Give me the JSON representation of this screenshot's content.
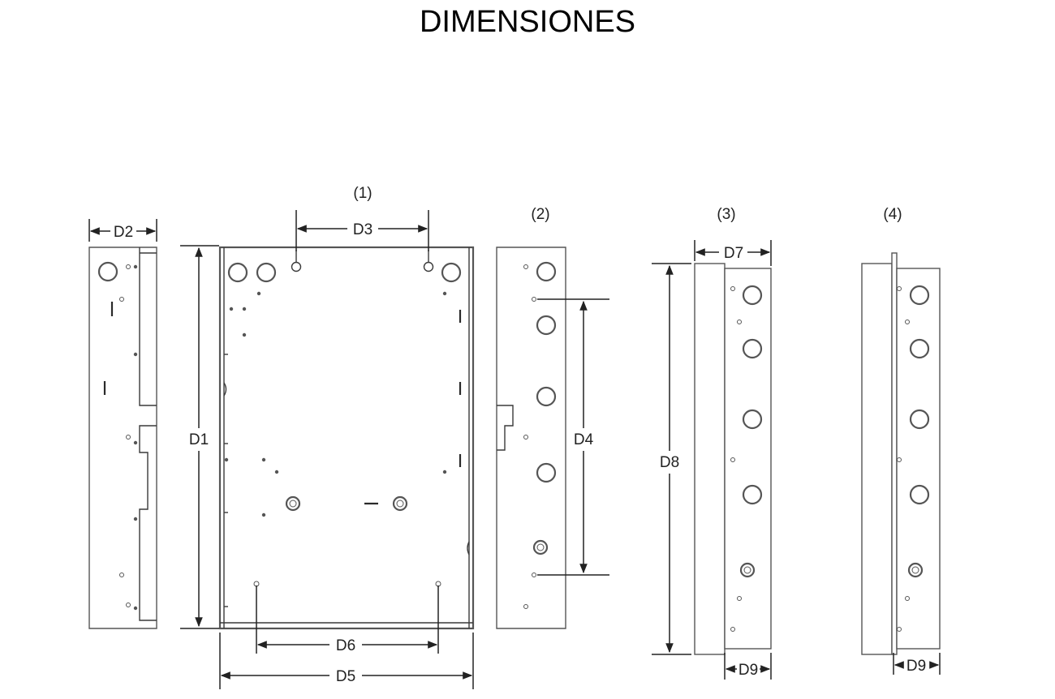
{
  "title": "DIMENSIONES",
  "views": [
    {
      "id": "view-1",
      "label": "(1)"
    },
    {
      "id": "view-2",
      "label": "(2)"
    },
    {
      "id": "view-3",
      "label": "(3)"
    },
    {
      "id": "view-4",
      "label": "(4)"
    }
  ],
  "dimensions": {
    "d1": "D1",
    "d2": "D2",
    "d3": "D3",
    "d4": "D4",
    "d5": "D5",
    "d6": "D6",
    "d7": "D7",
    "d8": "D8",
    "d9a": "D9",
    "d9b": "D9"
  }
}
